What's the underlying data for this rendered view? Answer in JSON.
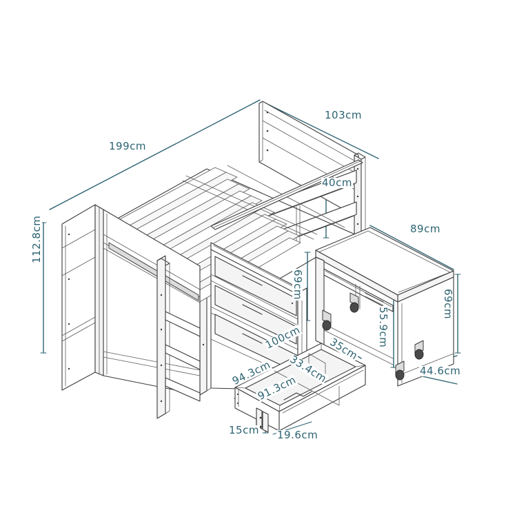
{
  "diagram": {
    "title": "Mid Sleeper Loft Bed with Desk and Drawer - Dimension Drawing",
    "type": "technical-line-drawing",
    "background_color": "#ffffff",
    "line_color": "#3a3a3a",
    "dimension_color": "#2d6372",
    "unit": "cm"
  },
  "dimensions": {
    "bed_length": "199cm",
    "bed_width": "103cm",
    "bed_total_height": "112.8cm",
    "guard_rail_height": "40cm",
    "desk_length": "89cm",
    "bed_underside_clearance": "69cm",
    "desk_height": "69cm",
    "drawer_unit_width": "100cm",
    "desk_lower_height": "55.9cm",
    "desk_depth": "44.6cm",
    "drawer_outer_depth": "35cm",
    "drawer_inner_depth": "33.4cm",
    "drawer_outer_length": "94.3cm",
    "drawer_inner_length": "91.3cm",
    "drawer_height": "15cm",
    "drawer_front_height": "19.6cm"
  },
  "parts": {
    "bed_frame": "mid-sleeper-bed-frame",
    "slats": "bed-slat-base",
    "headboard": "headboard-panel",
    "footboard": "footboard-panel",
    "guard_rail": "safety-guard-rail",
    "ladder": "integrated-ladder",
    "drawer_chest": "three-drawer-chest",
    "desk": "pull-out-desk",
    "casters": "desk-caster-wheels",
    "storage_drawer": "under-bed-storage-drawer"
  }
}
